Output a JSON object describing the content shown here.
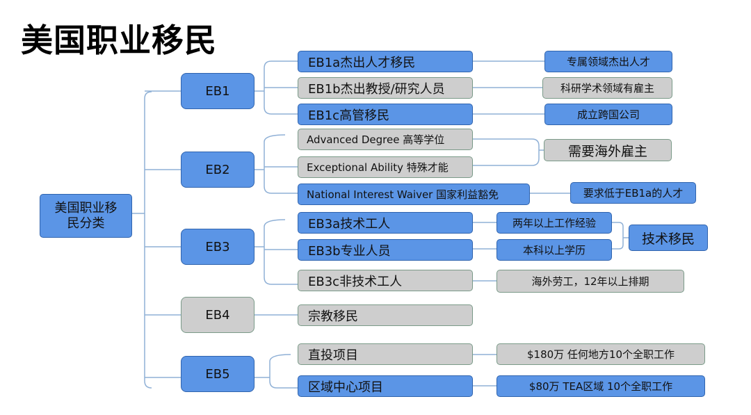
{
  "title": "美国职业移民",
  "root": "美国职业移民分类",
  "categories": [
    {
      "label": "EB1",
      "color": "blue"
    },
    {
      "label": "EB2",
      "color": "blue"
    },
    {
      "label": "EB3",
      "color": "blue"
    },
    {
      "label": "EB4",
      "color": "gray"
    },
    {
      "label": "EB5",
      "color": "blue"
    }
  ],
  "subs": [
    {
      "label": "EB1a杰出人才移民"
    },
    {
      "label": "EB1b杰出教授/研究人员"
    },
    {
      "label": "EB1c高管移民"
    },
    {
      "label": "Advanced Degree  高等学位"
    },
    {
      "label": "Exceptional Ability 特殊才能"
    },
    {
      "label": "National Interest Waiver 国家利益豁免"
    },
    {
      "label": "EB3a技术工人"
    },
    {
      "label": "EB3b专业人员"
    },
    {
      "label": "EB3c非技术工人"
    },
    {
      "label": "宗教移民"
    },
    {
      "label": "直投项目"
    },
    {
      "label": "区域中心项目"
    }
  ],
  "notes": [
    {
      "label": "专属领域杰出人才"
    },
    {
      "label": "科研学术领域有雇主"
    },
    {
      "label": "成立跨国公司"
    },
    {
      "label": "需要海外雇主"
    },
    {
      "label": "要求低于EB1a的人才"
    },
    {
      "label": "两年以上工作经验"
    },
    {
      "label": "本科以上学历"
    },
    {
      "label": "技术移民"
    },
    {
      "label": "海外劳工，12年以上排期"
    },
    {
      "label": "$180万  任何地方10个全职工作"
    },
    {
      "label": "$80万  TEA区域 10个全职工作"
    }
  ],
  "colors": {
    "blue": "#5b95e6",
    "gray": "#cecece",
    "line": "#8fb0d6"
  }
}
